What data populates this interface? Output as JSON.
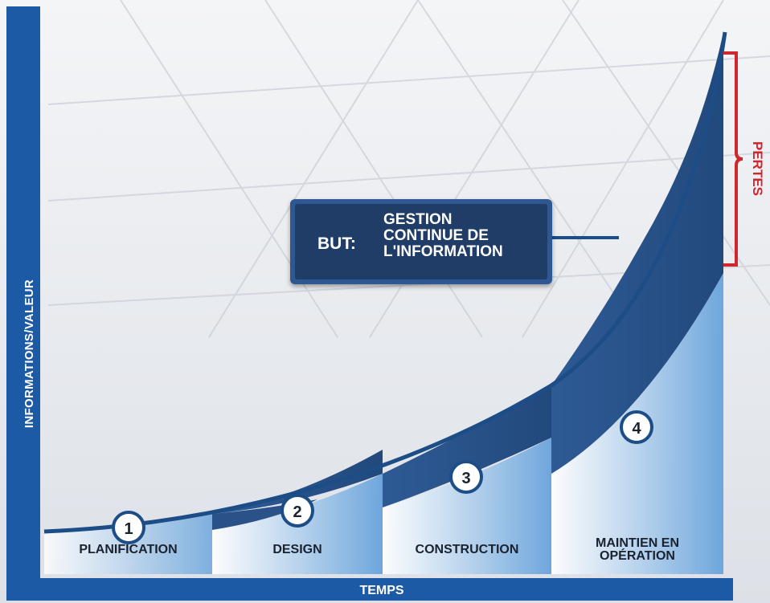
{
  "axes": {
    "y_label": "INFORMATIONS/VALEUR",
    "x_label": "TEMPS"
  },
  "phases": [
    {
      "number": "1",
      "label": "PLANIFICATION"
    },
    {
      "number": "2",
      "label": "DESIGN"
    },
    {
      "number": "3",
      "label": "CONSTRUCTION"
    },
    {
      "number": "4",
      "label_lines": [
        "MAINTIEN EN",
        "OPÉRATION"
      ]
    }
  ],
  "goal": {
    "label": "BUT:",
    "text_lines": [
      "GESTION",
      "CONTINUE DE",
      "L'INFORMATION"
    ]
  },
  "losses_label": "PERTES",
  "colors": {
    "axis_blue": "#1d5aa6",
    "curve_dark": "#2b5288",
    "phase_light": "#8ebce6",
    "marker_fill": "#ffffff",
    "marker_border": "#1d4d86",
    "losses_red": "#d0262e"
  }
}
